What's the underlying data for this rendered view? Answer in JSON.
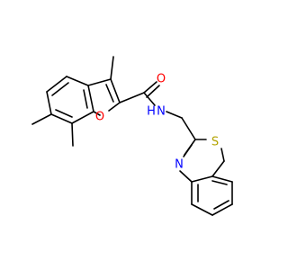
{
  "diagram": {
    "type": "chemical-structure",
    "colors": {
      "bond": "#000000",
      "oxygen": "#ff0000",
      "nitrogen": "#0000ff",
      "sulfur": "#b3a300"
    },
    "atom_labels": {
      "furan_oxygen": "O",
      "carbonyl_oxygen": "O",
      "amide_nitrogen": "N",
      "amide_hydrogen": "H",
      "thiazole_nitrogen": "N",
      "thiazole_sulfur": "S"
    }
  }
}
